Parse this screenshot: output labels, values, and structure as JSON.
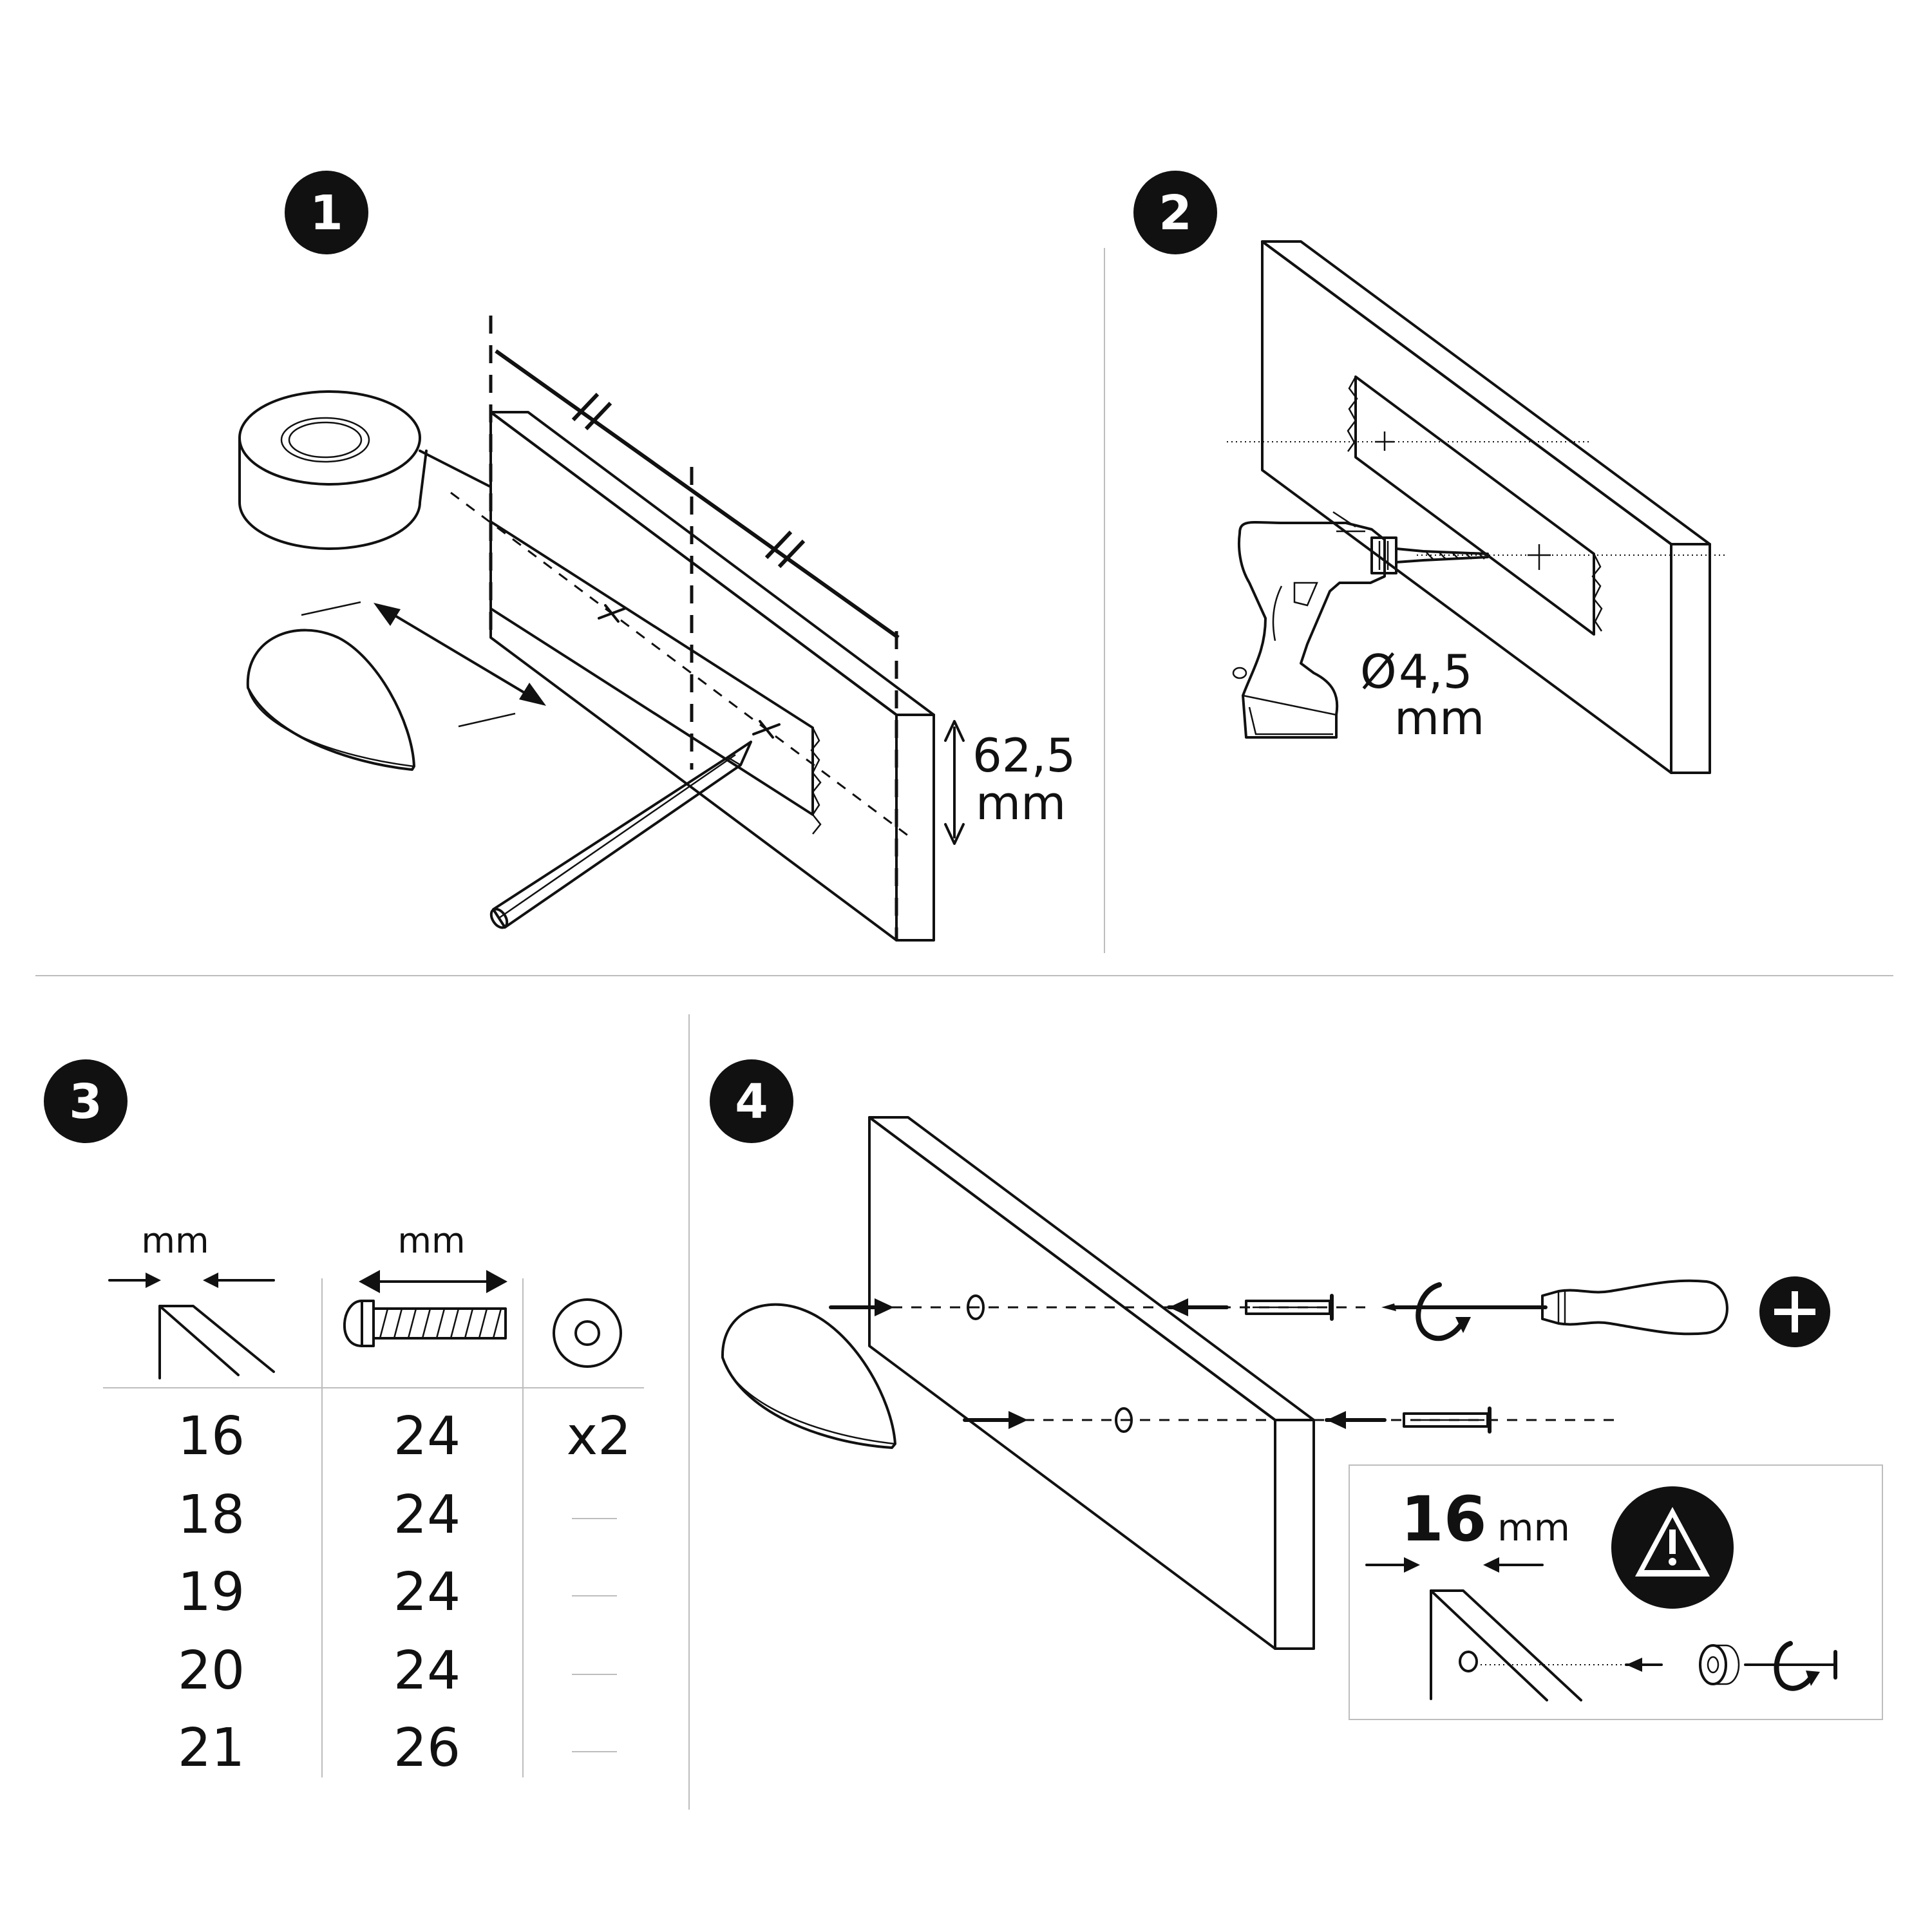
{
  "steps": [
    {
      "number": "1",
      "dimension_value": "62,5",
      "dimension_unit": "mm"
    },
    {
      "number": "2",
      "diameter_symbol": "Ø",
      "diameter_value": "4,5",
      "diameter_unit": "mm"
    },
    {
      "number": "3"
    },
    {
      "number": "4"
    }
  ],
  "screw_table": {
    "header_units": [
      "mm",
      "mm"
    ],
    "rows": [
      {
        "thickness": "16",
        "screw": "24",
        "washer": "x2"
      },
      {
        "thickness": "18",
        "screw": "24",
        "washer": ""
      },
      {
        "thickness": "19",
        "screw": "24",
        "washer": ""
      },
      {
        "thickness": "20",
        "screw": "24",
        "washer": ""
      },
      {
        "thickness": "21",
        "screw": "26",
        "washer": ""
      }
    ]
  },
  "warning_box": {
    "value": "16",
    "unit": "mm"
  },
  "icons": [
    "phillips-screwdriver-icon",
    "warning-icon",
    "rotate-icon"
  ]
}
